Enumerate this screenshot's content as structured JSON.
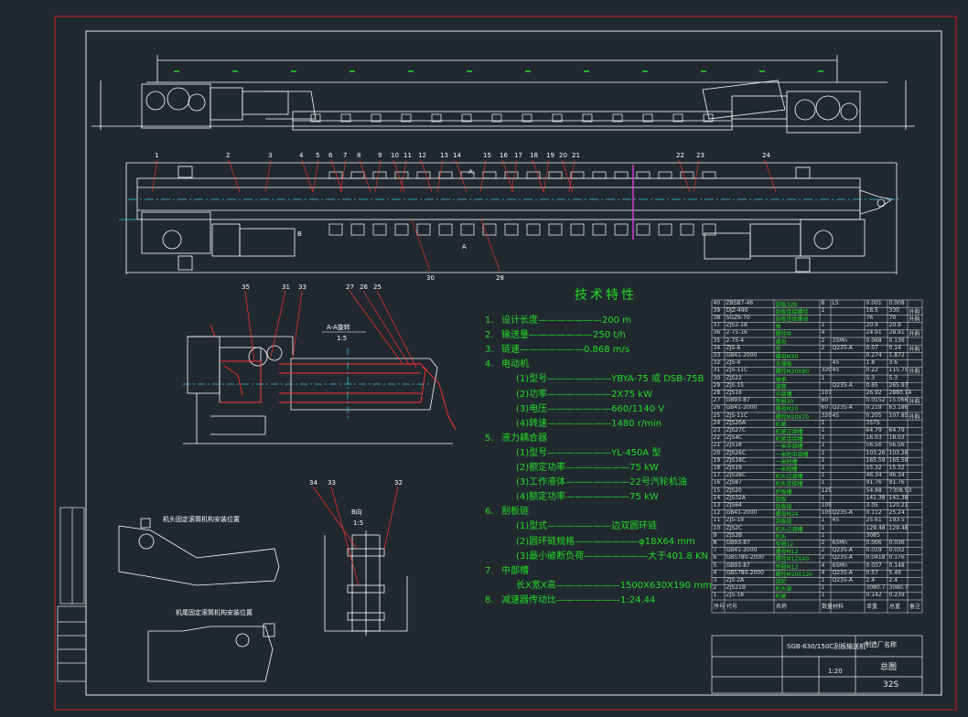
{
  "drawing": {
    "spec_title": "技术特性",
    "section_aa_label": "A-A旋转",
    "section_aa_scale": "1:5",
    "section_b_label": "B向",
    "section_b_scale": "1:5",
    "marker_a": "A",
    "marker_b": "B",
    "note_head": "机头固定滚筒机构安装位置",
    "note_tail": "机尾固定滚筒机构安装位置"
  },
  "specs": [
    {
      "n": "1.",
      "label": "设计长度",
      "value": "200 m"
    },
    {
      "n": "2.",
      "label": "输送量",
      "value": "250 t/h"
    },
    {
      "n": "3.",
      "label": "链速",
      "value": "0.868 m/s"
    },
    {
      "n": "4.",
      "label": "电动机",
      "value": ""
    },
    {
      "n": "",
      "label": "(1)型号",
      "value": "YBYA-75 或 DSB-75B"
    },
    {
      "n": "",
      "label": "(2)功率",
      "value": "2X75 kW"
    },
    {
      "n": "",
      "label": "(3)电压",
      "value": "660/1140 V"
    },
    {
      "n": "",
      "label": "(4)转速",
      "value": "1480 r/min"
    },
    {
      "n": "5.",
      "label": "液力耦合器",
      "value": ""
    },
    {
      "n": "",
      "label": "(1)型号",
      "value": "YL-450A 型"
    },
    {
      "n": "",
      "label": "(2)额定功率",
      "value": "75 kW"
    },
    {
      "n": "",
      "label": "(3)工作液体",
      "value": "22号汽轮机油"
    },
    {
      "n": "",
      "label": "(4)额定功率",
      "value": "75 kW"
    },
    {
      "n": "6.",
      "label": "刮板链",
      "value": ""
    },
    {
      "n": "",
      "label": "(1)型式",
      "value": "边双圆环链"
    },
    {
      "n": "",
      "label": "(2)圆环链规格",
      "value": "φ18X64 mm"
    },
    {
      "n": "",
      "label": "(3)最小破断负荷",
      "value": "大于401.8 KN"
    },
    {
      "n": "7.",
      "label": "中部槽",
      "value": ""
    },
    {
      "n": "",
      "label": "长X宽X高",
      "value": "1500X630X190 mm"
    },
    {
      "n": "8.",
      "label": "减速器传动比",
      "value": "1:24.44"
    }
  ],
  "bom_rows": [
    [
      "40",
      "ZBSB7-46",
      "刮板32B",
      "8",
      "L5",
      "0.001",
      "0.008",
      ""
    ],
    [
      "39",
      "DJZ-490",
      "刮板连接螺栓",
      "1",
      "",
      "18.5",
      "330",
      "外购"
    ],
    [
      "38",
      "SGZ6-70",
      "刮板连接螺母",
      "",
      "",
      "76",
      "70",
      "外购"
    ],
    [
      "37",
      "ZJS2-18",
      "轴",
      "1",
      "",
      "20.9",
      "20.9",
      ""
    ],
    [
      "36",
      "2-75-16",
      "螺栓M",
      "4",
      "",
      "24.91",
      "28.91",
      "外购"
    ],
    [
      "35",
      "2-75-4",
      "螺母",
      "2",
      "35Mn",
      "0.068",
      "0.136",
      ""
    ],
    [
      "34",
      "ZJS-6",
      "垫",
      "2",
      "Q235-A",
      "0.07",
      "0.14",
      "外购"
    ],
    [
      "33",
      "GB41-2000",
      "螺母M30",
      "",
      "",
      "0.274",
      "1.872",
      ""
    ],
    [
      "32",
      "ZJS-4",
      "支撑板",
      "",
      "45",
      "1.8",
      "3.6",
      ""
    ],
    [
      "31",
      "ZJS-11C",
      "螺栓M20X80",
      "320",
      "45",
      "0.22",
      "115.75",
      "外购"
    ],
    [
      "30",
      "ZJS22",
      "轴承",
      "1",
      "",
      "5.3",
      "5.3",
      ""
    ],
    [
      "29",
      "ZJS-15",
      "滚筒",
      "",
      "Q235-A",
      "0.65",
      "265.97",
      ""
    ],
    [
      "28",
      "ZJS16",
      "中部槽",
      "107",
      "",
      "26.92",
      "2880.14",
      ""
    ],
    [
      "27",
      "GB93-87",
      "垫圈30",
      "60",
      "",
      "0.0152",
      "15.066",
      "外购"
    ],
    [
      "26",
      "GB41-2000",
      "螺母M20",
      "60",
      "Q235-A",
      "0.219",
      "63.186",
      ""
    ],
    [
      "25",
      "ZJS-11C",
      "螺栓M20X70",
      "320",
      "45",
      "0.205",
      "107.85",
      "外购"
    ],
    [
      "24",
      "ZJS20A",
      "机尾",
      "1",
      "",
      "3575",
      "",
      ""
    ],
    [
      "23",
      "ZJS27C",
      "机尾过渡槽",
      "1",
      "",
      "64.79",
      "64.79",
      ""
    ],
    [
      "22",
      "ZJS4C",
      "机尾连接槽",
      "1",
      "",
      "16.03",
      "18.03",
      ""
    ],
    [
      "21",
      "ZJS18",
      "一米中部槽",
      "1",
      "",
      "56.56",
      "56.56",
      ""
    ],
    [
      "20",
      "ZJS26C",
      "一米短中部槽",
      "1",
      "",
      "103.26",
      "103.26",
      ""
    ],
    [
      "19",
      "ZJS18C",
      "一米短槽",
      "1",
      "",
      "165.59",
      "165.59",
      ""
    ],
    [
      "18",
      "ZJS19",
      "一米短槽",
      "1",
      "",
      "15.32",
      "15.32",
      ""
    ],
    [
      "17",
      "ZJS28C",
      "机头过渡槽",
      "1",
      "",
      "46.34",
      "46.34",
      ""
    ],
    [
      "16",
      "ZJS87",
      "机头连接槽",
      "1",
      "",
      "91.76",
      "91.76",
      ""
    ],
    [
      "15",
      "ZJS20",
      "护板槽",
      "125",
      "",
      "54.98",
      "7308.53",
      ""
    ],
    [
      "14",
      "ZJS32A",
      "刮板",
      "1",
      "",
      "141.38",
      "141.38",
      ""
    ],
    [
      "13",
      "ZJS64",
      "刮板链",
      "105",
      "",
      "3.05",
      "120.21",
      ""
    ],
    [
      "12",
      "GB41-2000",
      "螺母M24",
      "105",
      "Q235-A",
      "0.112",
      "25.24",
      ""
    ],
    [
      "11",
      "ZJS-19",
      "刮板链",
      "1",
      "45",
      "25.61",
      "193.5",
      ""
    ],
    [
      "10",
      "ZJS2C",
      "机头过渡槽",
      "1",
      "",
      "129.48",
      "129.48",
      ""
    ],
    [
      "9",
      "ZJS2B",
      "机头",
      "1",
      "",
      "3085",
      "",
      ""
    ],
    [
      "8",
      "GB93-87",
      "垫圈12",
      "2",
      "65Mn",
      "0.006",
      "0.036",
      ""
    ],
    [
      "7",
      "GB41-2000",
      "螺母M12",
      "2",
      "Q235-A",
      "0.019",
      "0.032",
      ""
    ],
    [
      "6",
      "GB5780-2000",
      "螺栓M12X40",
      "2",
      "Q235-A",
      "0.0418",
      "0.176",
      ""
    ],
    [
      "5",
      "GB93-87",
      "垫圈M12",
      "4",
      "65Mn",
      "0.037",
      "0.148",
      ""
    ],
    [
      "4",
      "GB5780-2000",
      "螺栓M20X120",
      "4",
      "Q235-A",
      "0.57",
      "5.49",
      ""
    ],
    [
      "3",
      "ZJS-2A",
      "链轮",
      "1",
      "Q235-A",
      "2.4",
      "2.4",
      ""
    ],
    [
      "2",
      "ZJS21B",
      "机头架",
      "1",
      "",
      "3080.7",
      "3080.7",
      ""
    ],
    [
      "1",
      "ZJS-18",
      "机尾",
      "1",
      "",
      "0.142",
      "0.239",
      ""
    ]
  ],
  "bom_header": [
    "序号",
    "代号",
    "名称",
    "数量",
    "材料",
    "单重",
    "总重",
    "备注"
  ],
  "title_block": {
    "drawing_no": "SGB-630/150C刮板输送机",
    "company": "制造厂名称",
    "doc_title": "总图",
    "scale": "1:20",
    "sheet": "32S"
  },
  "part_labels_top": [
    "1",
    "2",
    "3",
    "4",
    "5",
    "6",
    "7",
    "8",
    "9",
    "10",
    "11",
    "12",
    "13",
    "14",
    "15",
    "16",
    "17",
    "18",
    "19",
    "20",
    "21",
    "22",
    "23",
    "24"
  ],
  "part_labels_bottom": [
    "30",
    "28"
  ],
  "section_labels": [
    "35",
    "31",
    "33",
    "27",
    "26",
    "25"
  ],
  "section_b_labels": [
    "34",
    "33",
    "32"
  ],
  "colors": {
    "background": "#212830",
    "frame": "#cc2222",
    "border": "#e8e8e8",
    "part": "#ffffff",
    "leader": "#ff3030",
    "spec_text": "#22dd22",
    "centerline": "#3ac6e6",
    "highlight": "#d040d0"
  }
}
